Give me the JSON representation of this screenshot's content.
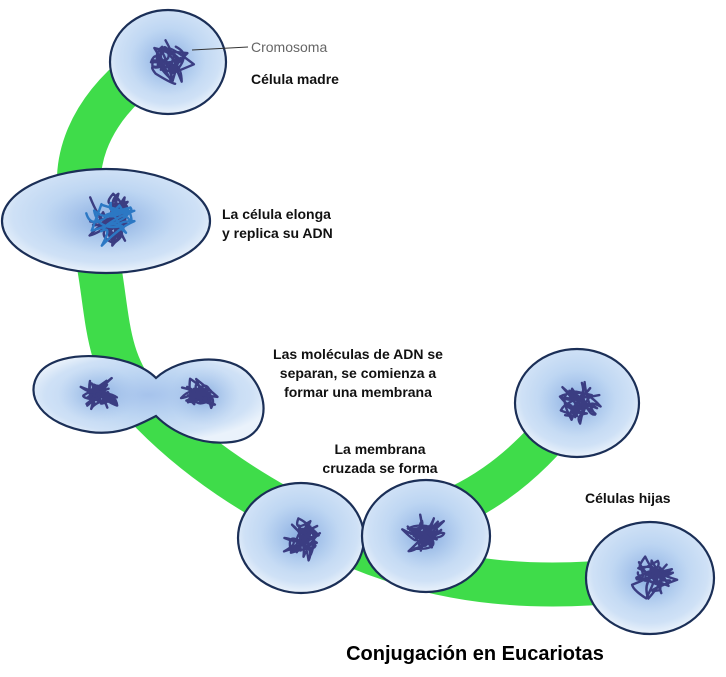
{
  "labels": {
    "chromosome": "Cromosoma",
    "mother_cell": "Célula madre",
    "elongation_1": "La célula elonga",
    "elongation_2": "y replica su ADN",
    "separation_1": "Las moléculas de ADN se",
    "separation_2": "separan, se comienza a",
    "separation_3": "formar una membrana",
    "membrane_1": "La membrana",
    "membrane_2": "cruzada se forma",
    "daughter_cells": "Células hijas"
  },
  "title": "Conjugación en Eucariotas",
  "colors": {
    "track": "#3fdc4a",
    "cell_fill": "#bcd5f2",
    "cell_inner": "#8ab0e2",
    "cell_edge": "#1b2f57",
    "dna": "#3b3d82",
    "dna_bright": "#2c78c4"
  }
}
